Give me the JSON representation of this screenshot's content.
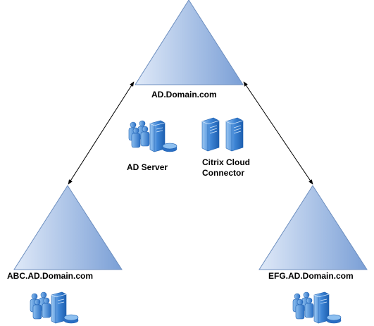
{
  "domains": {
    "root": "AD.Domain.com",
    "left": "ABC.AD.Domain.com",
    "right": "EFG.AD.Domain.com"
  },
  "components": {
    "ad_server": "AD Server",
    "citrix_connector_line1": "Citrix Cloud",
    "citrix_connector_line2": "Connector"
  },
  "icons": {
    "domain_node": "triangle",
    "ad_server": "users-and-server-icon",
    "citrix_connector": "server-pair-icon"
  },
  "colors": {
    "triangle_light": "#dfe9f8",
    "triangle_dark": "#7a9fd6",
    "triangle_stroke": "#6c8ebf",
    "connector": "#000000"
  }
}
